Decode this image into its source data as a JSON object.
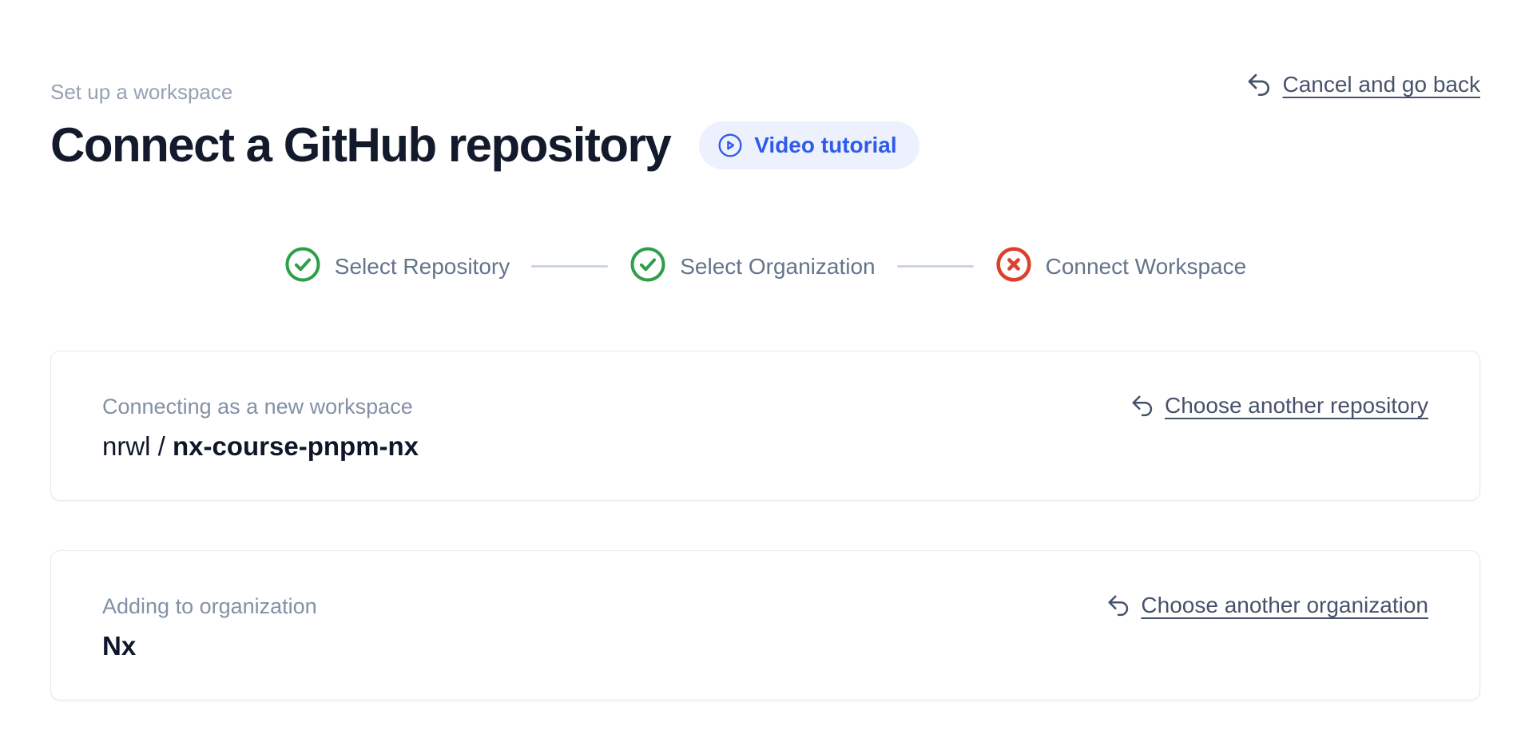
{
  "header": {
    "eyebrow": "Set up a workspace",
    "title": "Connect a GitHub repository",
    "video_tutorial_label": "Video tutorial",
    "cancel_label": "Cancel and go back"
  },
  "stepper": {
    "steps": [
      {
        "label": "Select Repository",
        "status": "complete"
      },
      {
        "label": "Select Organization",
        "status": "complete"
      },
      {
        "label": "Connect Workspace",
        "status": "error"
      }
    ]
  },
  "repository_card": {
    "label": "Connecting as a new workspace",
    "owner": "nrwl / ",
    "repo": "nx-course-pnpm-nx",
    "action_label": "Choose another repository"
  },
  "organization_card": {
    "label": "Adding to organization",
    "value": "Nx",
    "action_label": "Choose another organization"
  },
  "colors": {
    "accent_blue": "#2f5be8",
    "accent_blue_bg": "#edf1fd",
    "success_green": "#2f9e49",
    "error_red": "#dc412d",
    "connector_gray": "#cbd5e1"
  }
}
